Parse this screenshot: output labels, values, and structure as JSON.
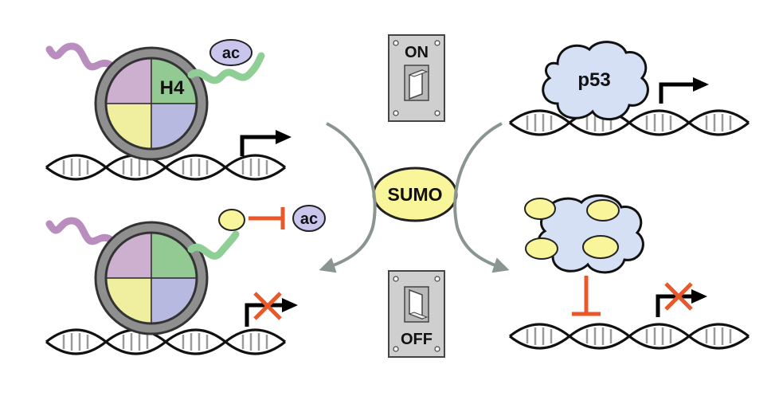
{
  "labels": {
    "histone": "H4",
    "acetyl_top": "ac",
    "acetyl_bottom": "ac",
    "p53": "p53",
    "sumo": "SUMO",
    "switch_on": "ON",
    "switch_off": "OFF"
  },
  "colors": {
    "purple_tail": "#b98dbd",
    "green_tail": "#8fcf96",
    "quad_purple": "#cdb0cf",
    "quad_green": "#93c993",
    "quad_yellow": "#efef9f",
    "quad_blue": "#b7b9e0",
    "ring_gray": "#8f8f8f",
    "acetyl_fill": "#c9c6ee",
    "p53_fill": "#d6e0f4",
    "sumo_fill": "#f9f59b",
    "inhibit_orange": "#e8582a",
    "arrow_gray": "#8a9590",
    "switch_plate": "#cfcfcf"
  },
  "icons": {
    "transcription_on": "bent-arrow-icon",
    "transcription_off": "crossed-bent-arrow-icon",
    "inhibition": "t-bar-inhibition-icon"
  }
}
